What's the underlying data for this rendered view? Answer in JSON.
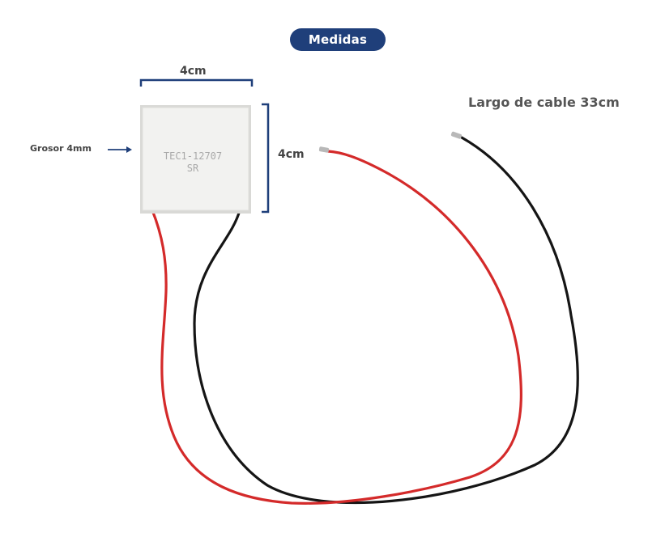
{
  "header": {
    "badge_label": "Medidas"
  },
  "dimensions": {
    "width_label": "4cm",
    "height_label": "4cm",
    "thickness_label": "Grosor 4mm",
    "cable_length_label": "Largo de cable 33cm"
  },
  "module": {
    "model_line1": "TEC1-12707",
    "model_line2": "SR"
  },
  "colors": {
    "accent": "#1f3f7a",
    "bracket": "#1f3f7a",
    "wire_red": "#d42a2a",
    "wire_black": "#151515",
    "module_face": "#f2f2f0"
  }
}
